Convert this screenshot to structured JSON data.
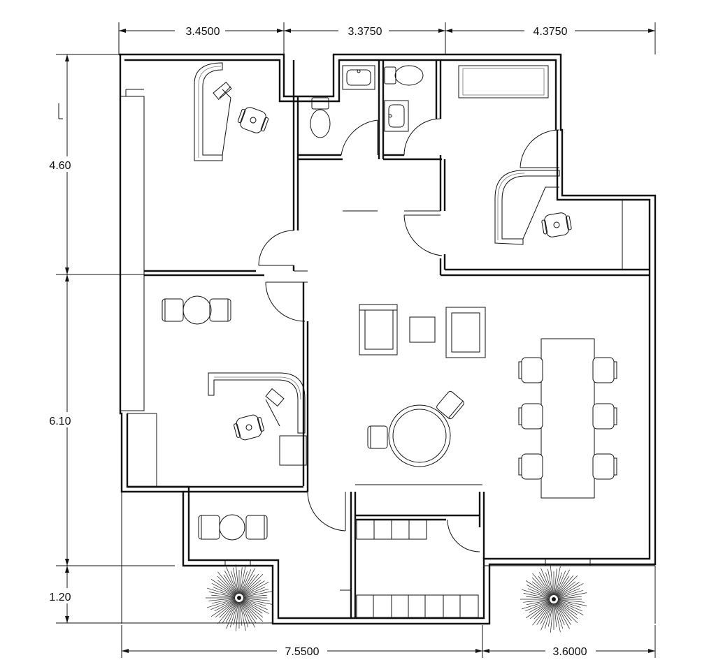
{
  "dimensions": {
    "top": [
      "3.4500",
      "3.3750",
      "4.3750"
    ],
    "bottom": [
      "7.5500",
      "3.6000"
    ],
    "left": [
      "4.60",
      "6.10",
      "1.20"
    ]
  }
}
